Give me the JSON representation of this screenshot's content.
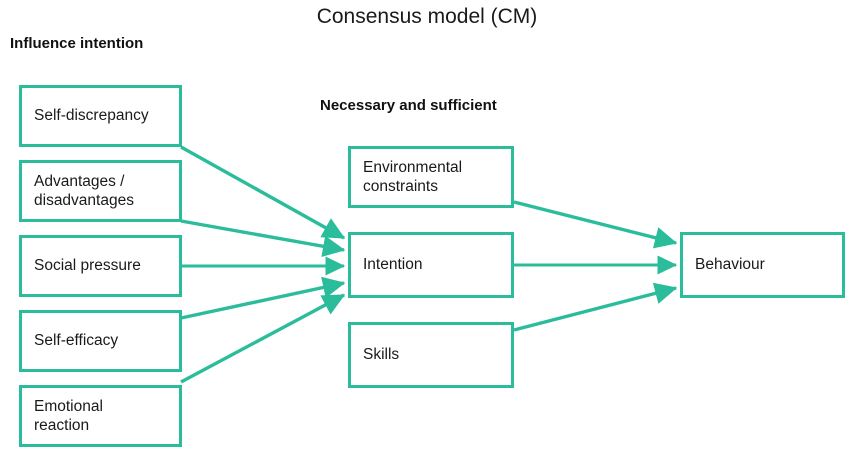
{
  "title": "Consensus model (CM)",
  "headings": {
    "left_group": "Influence intention",
    "middle_group": "Necessary and sufficient"
  },
  "colors": {
    "accent": "#2bbd9b",
    "box_fill": "#ffffff",
    "text": "#1a1a1a",
    "background": "#ffffff"
  },
  "nodes": {
    "self_discrepancy": "Self-discrepancy",
    "advantages": "Advantages /\ndisadvantages",
    "social_pressure": "Social pressure",
    "self_efficacy": "Self-efficacy",
    "emotional_reaction": "Emotional\nreaction",
    "environmental_constraints": "Environmental\nconstraints",
    "intention": "Intention",
    "skills": "Skills",
    "behaviour": "Behaviour"
  },
  "diagram_structure": {
    "type": "flow-diagram",
    "columns": [
      {
        "heading": "Influence intention",
        "nodes": [
          "Self-discrepancy",
          "Advantages / disadvantages",
          "Social pressure",
          "Self-efficacy",
          "Emotional reaction"
        ]
      },
      {
        "heading": "Necessary and sufficient",
        "nodes": [
          "Environmental constraints",
          "Intention",
          "Skills"
        ]
      },
      {
        "heading": "",
        "nodes": [
          "Behaviour"
        ]
      }
    ],
    "edges": [
      {
        "from": "Self-discrepancy",
        "to": "Intention"
      },
      {
        "from": "Advantages / disadvantages",
        "to": "Intention"
      },
      {
        "from": "Social pressure",
        "to": "Intention"
      },
      {
        "from": "Self-efficacy",
        "to": "Intention"
      },
      {
        "from": "Emotional reaction",
        "to": "Intention"
      },
      {
        "from": "Environmental constraints",
        "to": "Behaviour"
      },
      {
        "from": "Intention",
        "to": "Behaviour"
      },
      {
        "from": "Skills",
        "to": "Behaviour"
      }
    ]
  }
}
